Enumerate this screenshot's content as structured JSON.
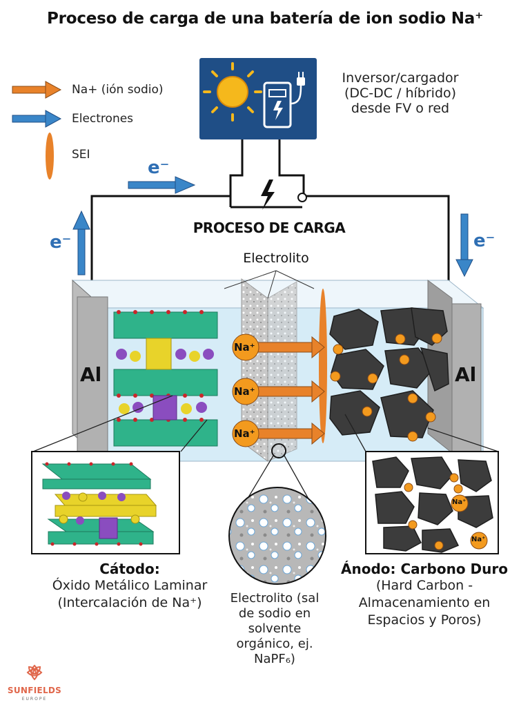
{
  "title": "Proceso de carga de una batería de ion sodio Na⁺",
  "legend": {
    "sodium": "Na+ (ión sodio)",
    "electrons": "Electrones",
    "sei": "SEI"
  },
  "charger": {
    "lines": [
      "Inversor/cargador",
      "(DC-DC / híbrido)",
      "desde FV o red"
    ]
  },
  "process_label": "PROCESO DE CARGA",
  "electrolyte_top": "Electrolito",
  "electron_label": "e⁻",
  "collector_label": "Al",
  "sodium_ion": "Na⁺",
  "cathode": {
    "title": "Cátodo:",
    "lines": [
      "Óxido Metálico Laminar",
      "(Intercalación de Na⁺)"
    ]
  },
  "electrolyte_bottom": {
    "lines": [
      "Electrolito (sal",
      "de sodio en",
      "solvente",
      "orgánico, ej.",
      "NaPF₆)"
    ]
  },
  "anode": {
    "title": "Ánodo: Carbono Duro",
    "lines": [
      "(Hard Carbon -",
      "Almacenamiento en",
      "Espacios y Poros)"
    ]
  },
  "brand": {
    "name": "SUNFIELDS",
    "sub": "EUROPE"
  },
  "colors": {
    "sodium_arrow": "#e8822a",
    "electron_arrow": "#3a86c8",
    "charger_box": "#1f4e86",
    "sun": "#f5b81c",
    "electrolyte_bath": "#d6ecf7",
    "cathode_green": "#2fb38a",
    "cathode_yellow": "#e8d32a",
    "cathode_purple": "#8a4dbf",
    "carbon": "#3c3c3c",
    "na_ball": "#f39a1e",
    "brand": "#e0664a"
  }
}
